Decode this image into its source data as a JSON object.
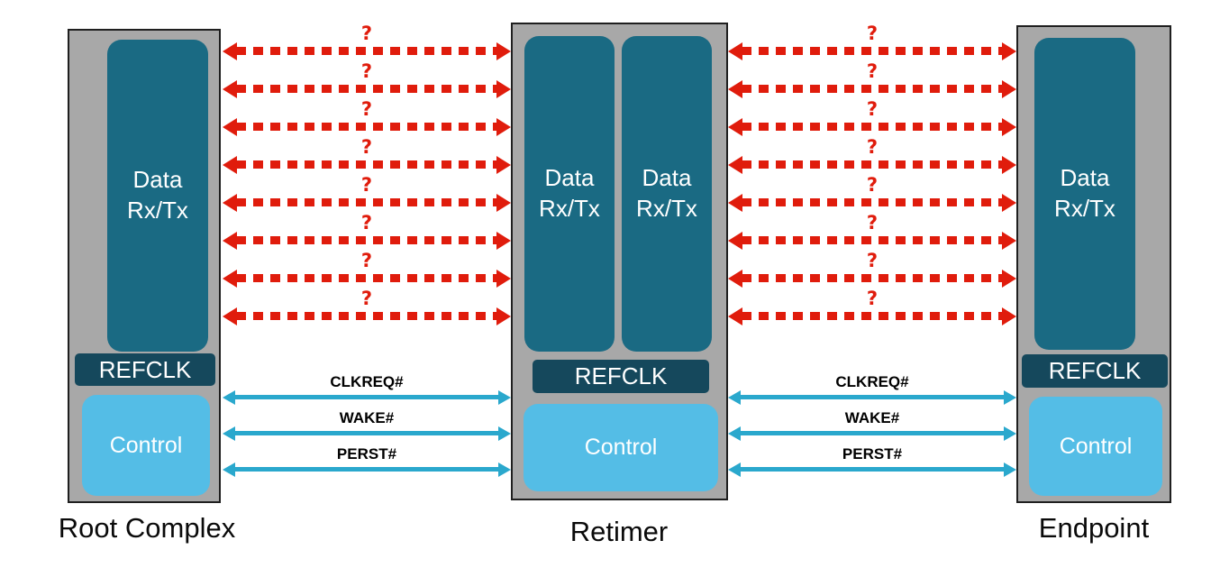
{
  "diagram": {
    "blocks": {
      "root_complex": {
        "label": "Root Complex",
        "data_label": "Data Rx/Tx",
        "refclk_label": "REFCLK",
        "control_label": "Control"
      },
      "retimer": {
        "label": "Retimer",
        "data_labels": [
          "Data Rx/Tx",
          "Data Rx/Tx"
        ],
        "refclk_label": "REFCLK",
        "control_label": "Control"
      },
      "endpoint": {
        "label": "Endpoint",
        "data_label": "Data Rx/Tx",
        "refclk_label": "REFCLK",
        "control_label": "Control"
      }
    },
    "data_lanes": {
      "count": 8,
      "question_mark": "?"
    },
    "control_signals": [
      "CLKREQ#",
      "WAKE#",
      "PERST#"
    ],
    "colors": {
      "container_gray": "#a8a8a8",
      "block_border": "#1f1f1f",
      "data_teal": "#1a6a83",
      "refclk_dark": "#15485c",
      "control_blue": "#54bde6",
      "red_arrow": "#e01c0c",
      "blue_arrow": "#2aa8cd",
      "block_text": "#ffffff",
      "label_text": "#0a0a0a"
    }
  }
}
